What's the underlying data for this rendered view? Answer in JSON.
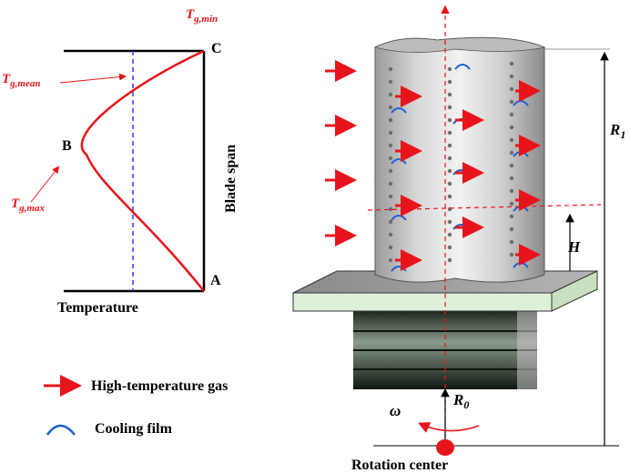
{
  "profile": {
    "point_top": "C",
    "point_mid": "B",
    "point_bottom": "A",
    "tg_min": {
      "base": "T",
      "sub": "g,min"
    },
    "tg_mean": {
      "base": "T",
      "sub": "g,mean"
    },
    "tg_max": {
      "base": "T",
      "sub": "g,max"
    },
    "axis_vertical": "Blade span",
    "axis_horizontal": "Temperature"
  },
  "legend": {
    "gas_label": "High-temperature gas",
    "film_label": "Cooling film"
  },
  "blade": {
    "r1": {
      "base": "R",
      "sub": "1"
    },
    "r0": {
      "base": "R",
      "sub": "0"
    },
    "h_label": "H",
    "omega": "ω",
    "rotation_center": "Rotation center"
  },
  "colors": {
    "gas_arrow": "#e8141c",
    "cooling_film": "#1f5fd6",
    "mean_line": "#2a3cf0",
    "platform": "#dff0d8"
  }
}
